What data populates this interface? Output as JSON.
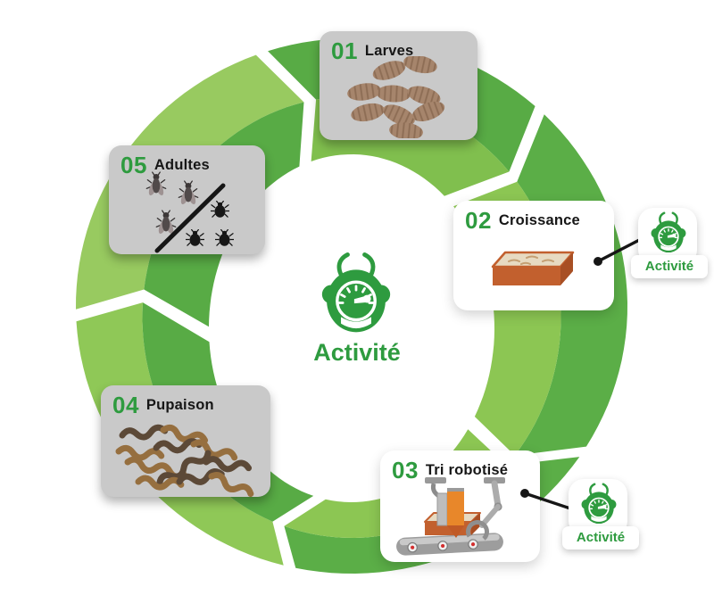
{
  "center": {
    "label": "Activité",
    "icon": "bug-gauge-icon"
  },
  "stages": [
    {
      "number": "01",
      "label": "Larves",
      "icon": "larvae-illustration"
    },
    {
      "number": "02",
      "label": "Croissance",
      "icon": "crate-illustration"
    },
    {
      "number": "03",
      "label": "Tri robotisé",
      "icon": "robot-sorting-illustration"
    },
    {
      "number": "04",
      "label": "Pupaison",
      "icon": "pupae-illustration"
    },
    {
      "number": "05",
      "label": "Adultes",
      "icon": "adults-flies-beetles-illustration"
    }
  ],
  "badges": [
    {
      "label": "Activité",
      "icon": "bug-gauge-icon",
      "linked_stage": "02"
    },
    {
      "label": "Activité",
      "icon": "bug-gauge-icon",
      "linked_stage": "03"
    }
  ],
  "colors": {
    "accent_green": "#2E9B3F",
    "ring_dark_green": "#5BAE47",
    "ring_light_green": "#8CC653",
    "card_gray": "#C9C9C9",
    "crate_orange": "#C2602E",
    "connector_black": "#161616"
  },
  "ring": {
    "direction": "clockwise",
    "chevron_offset_deg": 7.5,
    "segments": [
      {
        "start": 341,
        "end": 403,
        "outer_color": "#58AB45",
        "inner_color": "#80BF4E"
      },
      {
        "start": 43,
        "end": 123,
        "outer_color": "#5BAE47",
        "inner_color": "#8CC653"
      },
      {
        "start": 123,
        "end": 193,
        "outer_color": "#5BAE47",
        "inner_color": "#8CC653"
      },
      {
        "start": 193,
        "end": 268,
        "outer_color": "#8FC857",
        "inner_color": "#58AB45"
      },
      {
        "start": 268,
        "end": 341,
        "outer_color": "#98CA60",
        "inner_color": "#58AB45"
      }
    ]
  }
}
